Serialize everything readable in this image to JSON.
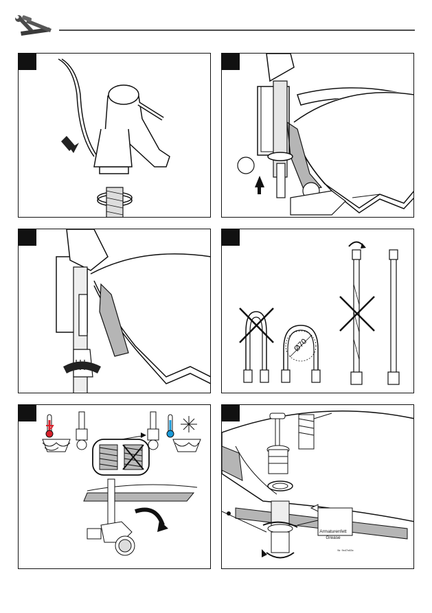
{
  "header": {
    "icon": "wrench-screwdriver-icon"
  },
  "panels": [
    {
      "id": 1,
      "description_icon": "faucet-side-view"
    },
    {
      "id": 2,
      "markers": [
        "",
        ""
      ]
    },
    {
      "id": 3
    },
    {
      "id": 4,
      "dimension_label": "Ø70"
    },
    {
      "id": 5,
      "hot_icon": "thermometer-hot-icon",
      "cold_icon": "thermometer-cold-icon"
    },
    {
      "id": 6,
      "grease_label_line1": "Armaturenfett",
      "grease_label_line2": "Grease",
      "grease_part_no": "Nr. 9x47x63x"
    }
  ],
  "colors": {
    "hot": "#d8202a",
    "cold": "#1a9ad8",
    "line": "#111111",
    "shade": "#b5b5b5"
  }
}
